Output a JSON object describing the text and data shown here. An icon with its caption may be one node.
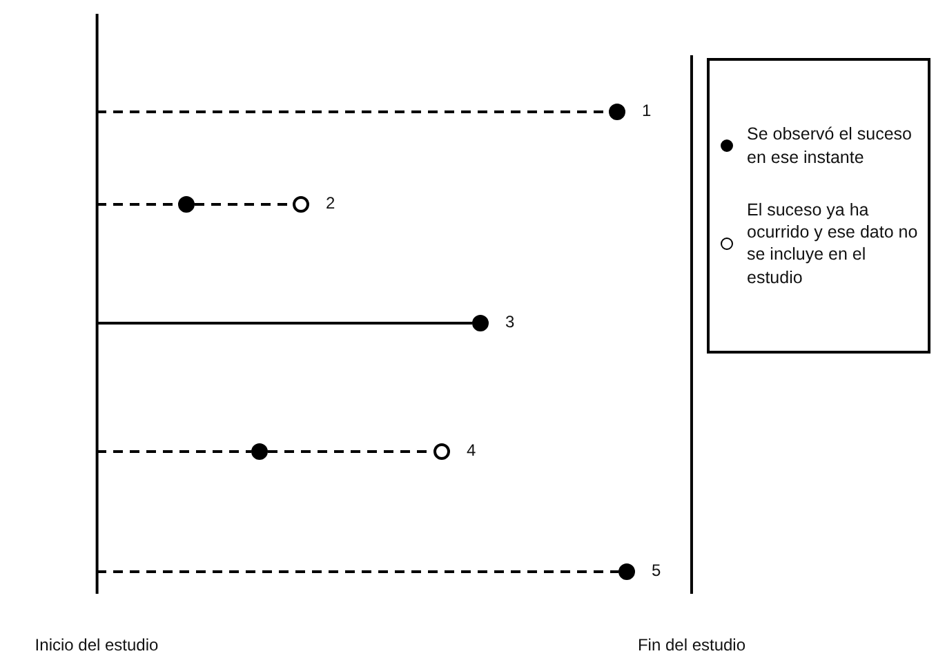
{
  "diagram": {
    "nodes": [
      {
        "text": [
          "Inicio del estudio"
        ]
      },
      {
        "text": [
          "Fin del estudio"
        ]
      },
      {
        "text": [],
        "shape": "dot",
        "beside": [
          "1"
        ]
      },
      {
        "text": [],
        "shape": "dot"
      },
      {
        "text": [],
        "shape": "circle",
        "beside": [
          "2"
        ]
      },
      {
        "text": [],
        "shape": "dot",
        "beside": [
          "3"
        ]
      },
      {
        "text": [],
        "shape": "dot"
      },
      {
        "text": [],
        "shape": "circle",
        "beside": [
          "4"
        ]
      },
      {
        "text": [],
        "shape": "dot",
        "beside": [
          "5"
        ]
      }
    ],
    "edges": [
      {
        "from": 0,
        "to": 2,
        "arrow": "none",
        "style": "dashed"
      },
      {
        "from": 0,
        "to": 3,
        "arrow": "none",
        "style": "dashed"
      },
      {
        "from": 3,
        "to": 4,
        "arrow": "none",
        "style": "dashed"
      },
      {
        "from": 0,
        "to": 5,
        "arrow": "none"
      },
      {
        "from": 0,
        "to": 6,
        "arrow": "none",
        "style": "dashed"
      },
      {
        "from": 6,
        "to": 7,
        "arrow": "none",
        "style": "dashed"
      },
      {
        "from": 0,
        "to": 8,
        "arrow": "none",
        "style": "dashed"
      }
    ],
    "legend": [
      {
        "text": "Se observó el suceso en ese instante"
      },
      {
        "text": "El suceso ya ha ocurrido y ese dato no se incluye en el estudio"
      }
    ]
  }
}
